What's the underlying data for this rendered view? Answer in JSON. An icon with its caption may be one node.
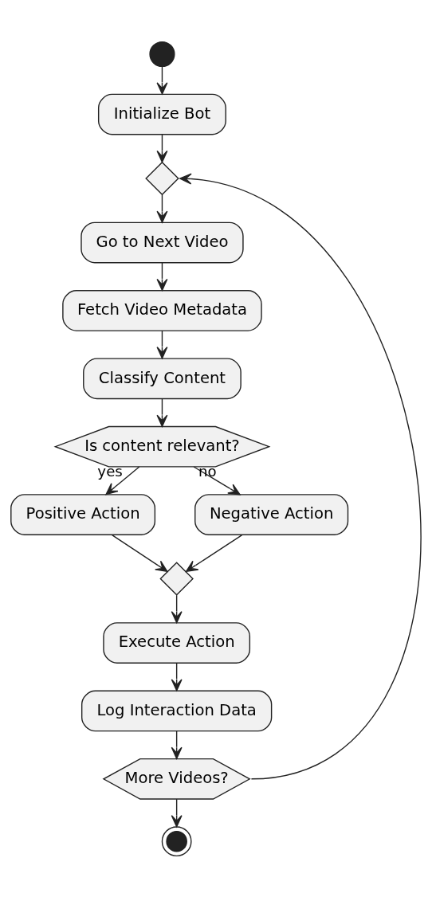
{
  "diagram": {
    "nodes": [
      {
        "text": [],
        "shape": "circle"
      },
      {
        "text": [
          "Initialize Bot"
        ]
      },
      {
        "text": [],
        "shape": "diamond"
      },
      {
        "text": [
          "Go to Next Video"
        ]
      },
      {
        "text": [
          "Fetch Video Metadata"
        ]
      },
      {
        "text": [
          "Classify Content"
        ]
      },
      {
        "text": [
          "Is content relevant?"
        ]
      },
      {
        "text": [
          "Positive Action"
        ]
      },
      {
        "text": [
          "Negative Action"
        ]
      },
      {
        "text": [],
        "shape": "diamond"
      },
      {
        "text": [
          "Execute Action"
        ]
      },
      {
        "text": [
          "Log Interaction Data"
        ]
      },
      {
        "text": [
          "More Videos?"
        ]
      },
      {
        "text": [],
        "shape": "circle"
      }
    ],
    "edges": [
      {
        "from": 0,
        "to": 1,
        "arrow": "to"
      },
      {
        "from": 1,
        "to": 2,
        "arrow": "to"
      },
      {
        "from": 2,
        "to": 3,
        "arrow": "to"
      },
      {
        "from": 3,
        "to": 4,
        "arrow": "to"
      },
      {
        "from": 4,
        "to": 5,
        "arrow": "to"
      },
      {
        "from": 5,
        "to": 6,
        "arrow": "to"
      },
      {
        "from": 6,
        "to": 7,
        "label": "yes",
        "arrow": "to"
      },
      {
        "from": 6,
        "to": 8,
        "label": "no",
        "arrow": "to"
      },
      {
        "from": 7,
        "to": 9,
        "arrow": "to"
      },
      {
        "from": 8,
        "to": 9,
        "arrow": "to"
      },
      {
        "from": 9,
        "to": 10,
        "arrow": "to"
      },
      {
        "from": 10,
        "to": 11,
        "arrow": "to"
      },
      {
        "from": 11,
        "to": 12,
        "arrow": "to"
      },
      {
        "from": 12,
        "to": 2,
        "arrow": "to"
      },
      {
        "from": 12,
        "to": 13,
        "arrow": "to"
      }
    ]
  }
}
